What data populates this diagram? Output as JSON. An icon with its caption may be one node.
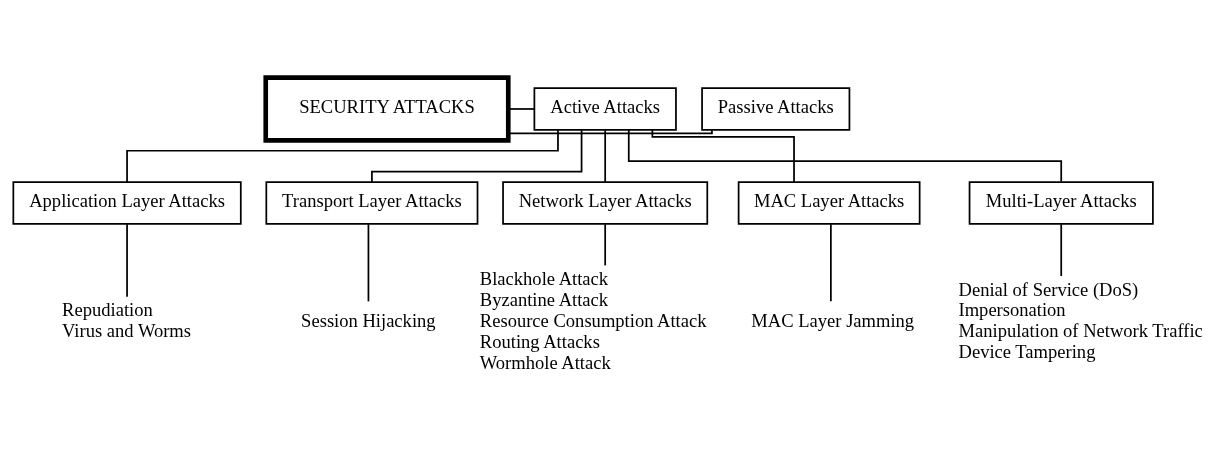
{
  "diagram": {
    "nodes": [
      {
        "text": [
          "Passive Attacks"
        ]
      },
      {
        "text": [
          "SECURITY ATTACKS"
        ]
      },
      {
        "text": [
          "Active Attacks"
        ]
      },
      {
        "text": [
          "Application Layer Attacks"
        ]
      },
      {
        "text": [
          "Transport Layer Attacks"
        ]
      },
      {
        "text": [
          "Network Layer Attacks"
        ]
      },
      {
        "text": [
          "MAC Layer Attacks"
        ]
      },
      {
        "text": [
          "Multi-Layer Attacks"
        ]
      },
      {
        "text": [
          "Repudiation",
          "Virus and Worms"
        ]
      },
      {
        "text": [
          "Session Hijacking"
        ]
      },
      {
        "text": [
          "Blackhole Attack",
          "Byzantine Attack",
          "Resource Consumption Attack",
          "Routing Attacks",
          "Wormhole Attack"
        ]
      },
      {
        "text": [
          "MAC Layer Jamming"
        ]
      },
      {
        "text": [
          "Denial of Service (DoS)",
          "Impersonation",
          "Manipulation of Network Traffic",
          "Device Tampering"
        ]
      }
    ],
    "edges": [
      {
        "from": 1,
        "to": 0,
        "arrow": "none"
      },
      {
        "from": 1,
        "to": 2,
        "arrow": "none"
      },
      {
        "from": 2,
        "to": 3,
        "arrow": "none"
      },
      {
        "from": 2,
        "to": 4,
        "arrow": "none"
      },
      {
        "from": 2,
        "to": 5,
        "arrow": "none"
      },
      {
        "from": 2,
        "to": 6,
        "arrow": "none"
      },
      {
        "from": 2,
        "to": 7,
        "arrow": "none"
      },
      {
        "from": 3,
        "to": 8,
        "arrow": "none"
      },
      {
        "from": 4,
        "to": 9,
        "arrow": "none"
      },
      {
        "from": 5,
        "to": 10,
        "arrow": "none"
      },
      {
        "from": 6,
        "to": 11,
        "arrow": "none"
      },
      {
        "from": 7,
        "to": 12,
        "arrow": "none"
      }
    ]
  }
}
